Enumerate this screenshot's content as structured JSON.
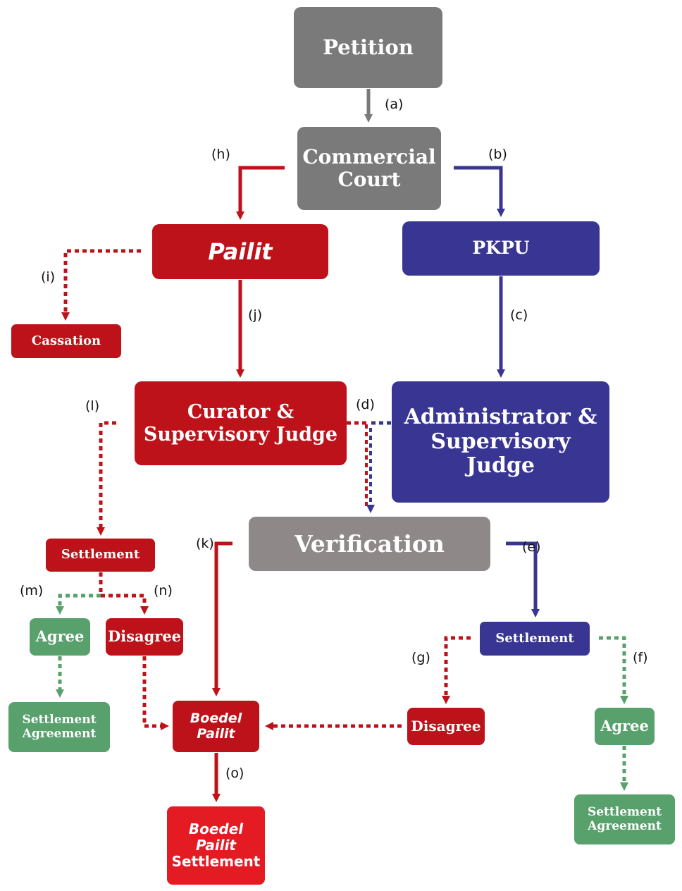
{
  "colors": {
    "gray": "#7a7a7a",
    "light_gray": "#8e8888",
    "red": "#bd1219",
    "bright_red": "#e41b23",
    "blue": "#393592",
    "green": "#58a06c"
  },
  "nodes": {
    "petition": "Petition",
    "commercial_court": "Commercial\nCourt",
    "pailit": "Pailit",
    "pkpu": "PKPU",
    "cassation": "Cassation",
    "curator": "Curator &\nSupervisory Judge",
    "administrator": "Administrator &\nSupervisory\nJudge",
    "verification": "Verification",
    "settlement_left": "Settlement",
    "agree_left": "Agree",
    "disagree_left": "Disagree",
    "settlement_agreement_left": "Settlement\nAgreement",
    "boedel_pailit": "Boedel\nPailit",
    "boedel_pailit_settlement_line1": "Boedel\nPailit",
    "boedel_pailit_settlement_line2": "Settlement",
    "settlement_right": "Settlement",
    "disagree_right": "Disagree",
    "agree_right": "Agree",
    "settlement_agreement_right": "Settlement\nAgreement"
  },
  "labels": {
    "a": "(a)",
    "b": "(b)",
    "c": "(c)",
    "d": "(d)",
    "e": "(e)",
    "f": "(f)",
    "g": "(g)",
    "h": "(h)",
    "i": "(i)",
    "j": "(j)",
    "k": "(k)",
    "l": "(l)",
    "m": "(m)",
    "n": "(n)",
    "o": "(o)"
  }
}
